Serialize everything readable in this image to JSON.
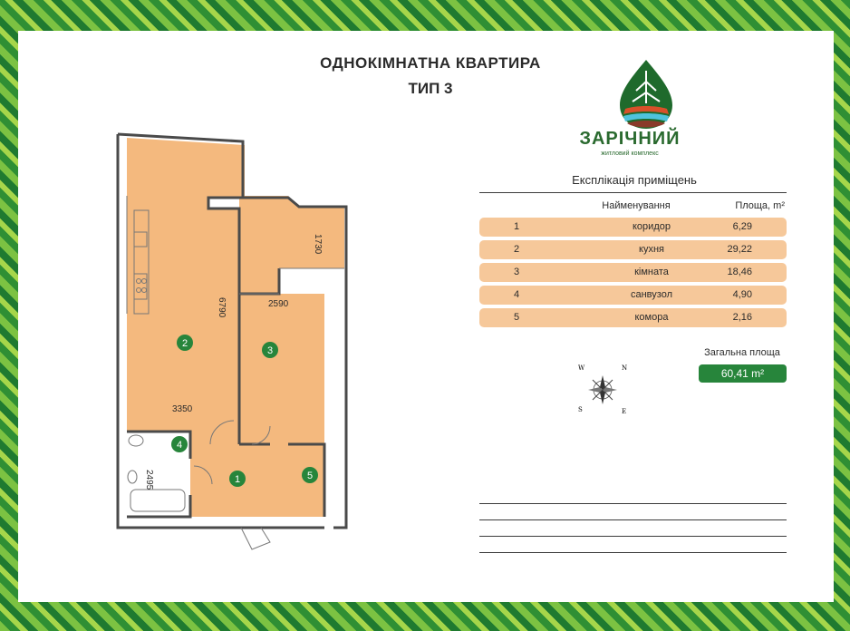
{
  "title": "ОДНОКІМНАТНА КВАРТИРА",
  "subtitle": "ТИП 3",
  "brand": {
    "name": "ЗАРІЧНИЙ",
    "tagline": "житловий комплекс"
  },
  "explication": {
    "title": "Експлікація приміщень",
    "headers": {
      "name": "Найменування",
      "area": "Площа, m²"
    },
    "rows": [
      {
        "num": "1",
        "name": "коридор",
        "area": "6,29"
      },
      {
        "num": "2",
        "name": "кухня",
        "area": "29,22"
      },
      {
        "num": "3",
        "name": "кімната",
        "area": "18,46"
      },
      {
        "num": "4",
        "name": "санвузол",
        "area": "4,90"
      },
      {
        "num": "5",
        "name": "комора",
        "area": "2,16"
      }
    ]
  },
  "total": {
    "label": "Загальна площа",
    "value": "60,41 m²"
  },
  "compass": {
    "n": "N",
    "s": "S",
    "e": "E",
    "w": "W"
  },
  "plan": {
    "dims": {
      "d6790": "6790",
      "d1730": "1730",
      "d2590": "2590",
      "d3350": "3350",
      "d2495": "2495"
    },
    "room_markers": [
      "1",
      "2",
      "3",
      "4",
      "5"
    ]
  },
  "colors": {
    "room_fill": "#f4b97e",
    "marker_green": "#27853b",
    "row_fill": "#f6c89a"
  }
}
